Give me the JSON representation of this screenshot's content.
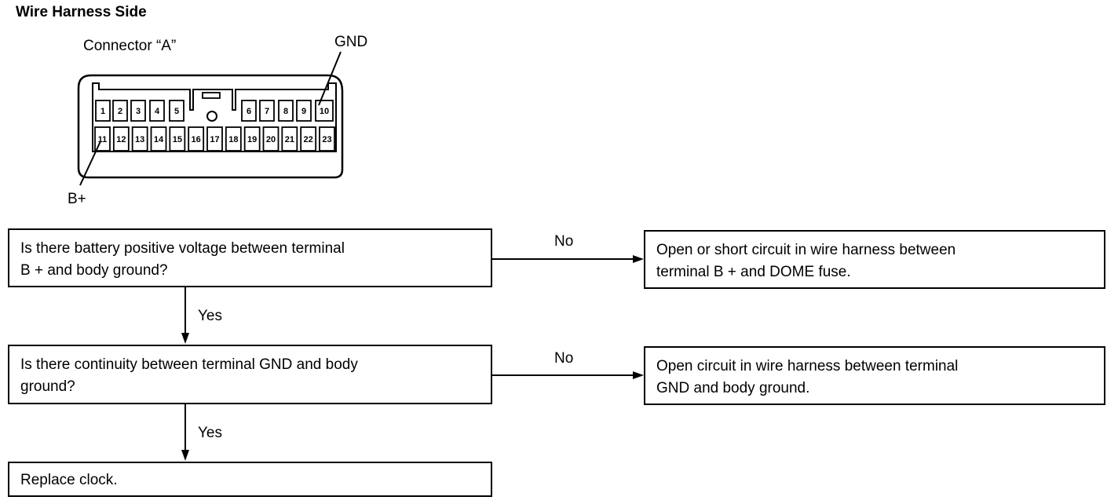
{
  "title": "Wire Harness Side",
  "connector": {
    "name": "Connector “A”",
    "gnd_label": "GND",
    "bplus_label": "B+",
    "top_row": [
      "1",
      "2",
      "3",
      "4",
      "5",
      "6",
      "7",
      "8",
      "9",
      "10"
    ],
    "bottom_row": [
      "11",
      "12",
      "13",
      "14",
      "15",
      "16",
      "17",
      "18",
      "19",
      "20",
      "21",
      "22",
      "23"
    ]
  },
  "flow": {
    "q1": {
      "line1": "Is there battery positive voltage between terminal",
      "line2": "B +  and  body ground?"
    },
    "q1_no": "No",
    "r1": {
      "line1": "Open or short circuit in wire harness between",
      "line2": "terminal B + and DOME fuse."
    },
    "q1_yes": "Yes",
    "q2": {
      "line1": "Is there continuity between terminal GND and body",
      "line2": "ground?"
    },
    "q2_no": "No",
    "r2": {
      "line1": "Open circuit in wire harness between terminal",
      "line2": "GND and body ground."
    },
    "q2_yes": "Yes",
    "end": "Replace clock."
  }
}
